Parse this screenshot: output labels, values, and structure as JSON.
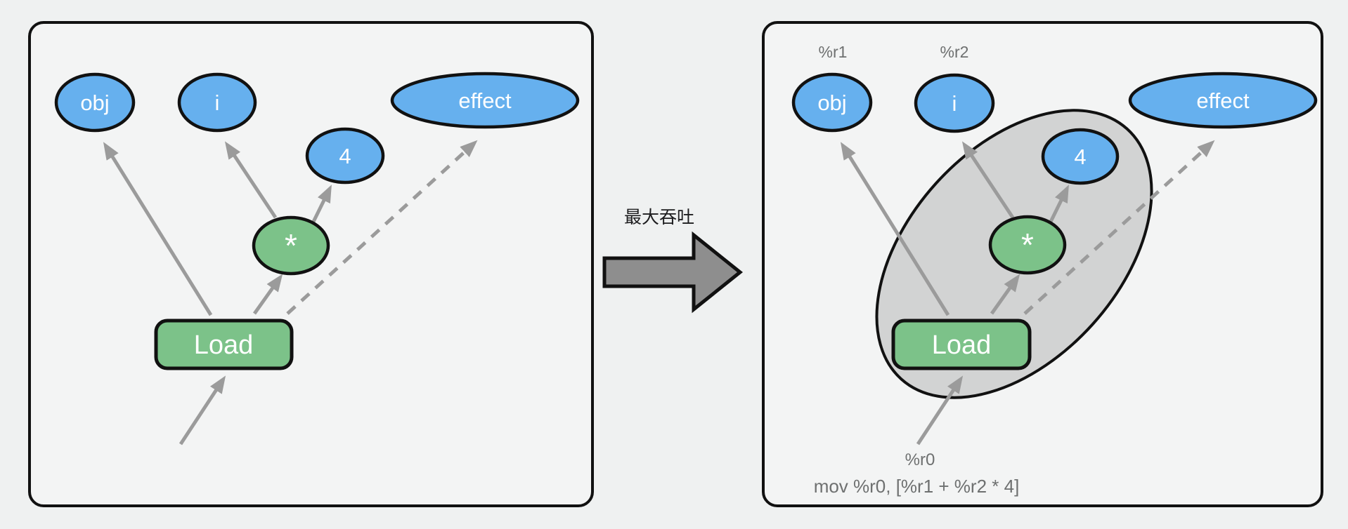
{
  "diagram": {
    "transform_arrow_label": "最大吞吐",
    "left_panel": {
      "nodes": {
        "obj": "obj",
        "i": "i",
        "four": "4",
        "multiply": "*",
        "load": "Load",
        "effect": "effect"
      }
    },
    "right_panel": {
      "nodes": {
        "obj": "obj",
        "i": "i",
        "four": "4",
        "multiply": "*",
        "load": "Load",
        "effect": "effect"
      },
      "register_labels": {
        "r1": "%r1",
        "r2": "%r2",
        "r0": "%r0"
      },
      "instruction": "mov %r0, [%r1 + %r2 * 4]"
    },
    "colors": {
      "value_node_blue": "#66b0ee",
      "op_node_green": "#7cc289",
      "edge_gray": "#9b9b9b",
      "fusion_blob_gray": "#d2d3d3",
      "big_arrow_gray": "#8e8e8e",
      "annotation_gray": "#6e7070",
      "border_black": "#111111",
      "background": "#eff1f1"
    }
  }
}
